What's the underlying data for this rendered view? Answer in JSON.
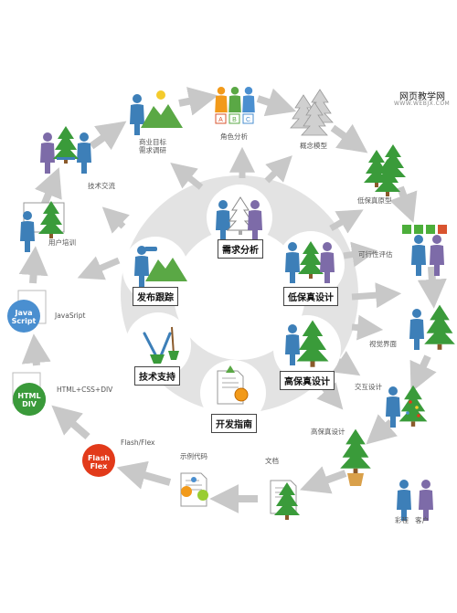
{
  "watermark": {
    "title": "网页教学网",
    "url": "WWW.WEBJX.COM"
  },
  "center_stages": {
    "requirements": "需求分析",
    "low_fidelity": "低保真设计",
    "high_fidelity": "高保真设计",
    "dev_guide": "开发指南",
    "tech_support": "技术支持",
    "release_tracking": "发布跟踪"
  },
  "outer_labels": {
    "market_research": "商业目标\n需求调研",
    "personas": "角色分析",
    "concept": "概念模型",
    "lowfi_prototype": "低保真原型",
    "feasibility": "可行性评估",
    "visual": "视觉界面",
    "interaction": "交互设计",
    "hifi_design": "高保真设计",
    "docs": "文档",
    "sample_code": "示例代码",
    "flash": "Flash/Flex",
    "html": "HTML+CSS+DIV",
    "javascript": "JavaSript",
    "user_training": "用户培训",
    "tech_exchange": "技术交流",
    "color_client": "彩程   客户"
  },
  "badges": {
    "flash": "Flash\nFlex",
    "html": "HTML\nDIV",
    "js": "Java\nScript"
  },
  "persona_letters": [
    "A",
    "B",
    "C"
  ],
  "colors": {
    "arrow": "#c8c8c8",
    "ring": "#e3e3e3",
    "person_blue": "#3d7fb8",
    "person_purple": "#7d6ba8",
    "tree_green": "#3a9b3a",
    "mountain": "#5aa845",
    "sun": "#f4cb2c",
    "flash_red": "#e23a1a",
    "html_green": "#3a9a3a",
    "js_blue": "#4a8fd0",
    "check_green": "#4cae3a",
    "x_red": "#d9542f"
  }
}
